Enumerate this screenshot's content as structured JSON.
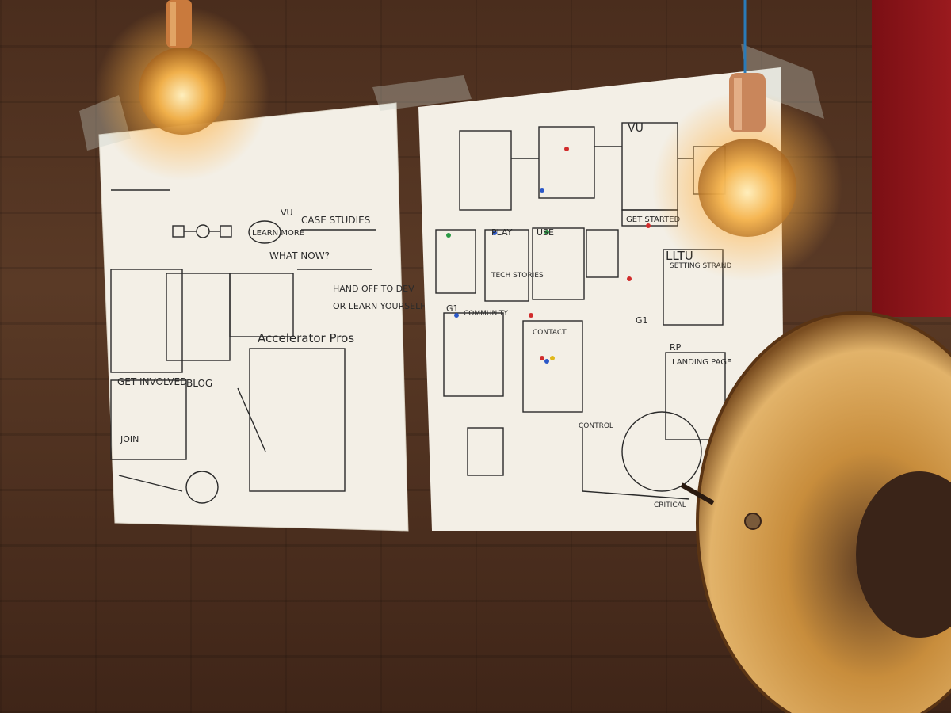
{
  "left_poster": {
    "labels": {
      "wallet": "VU",
      "what_next": "WHAT NOW?",
      "case_studies": "CASE STUDIES",
      "learn_more": "LEARN MORE",
      "accelerator": "Accelerator Pros",
      "blog": "BLOG",
      "get_involved": "GET INVOLVED",
      "join": "JOIN",
      "hand_off": "HAND OFF TO DEV",
      "learn_yourself": "OR LEARN YOURSELF"
    }
  },
  "right_poster": {
    "labels": {
      "vu": "VU",
      "play": "PLAY",
      "use": "USE",
      "llt": "LLTU",
      "get_started": "GET STARTED",
      "landing": "LANDING PAGE",
      "community": "COMMUNITY",
      "contact": "CONTACT",
      "g1": "G1",
      "g1b": "G1",
      "rp": "RP",
      "setting": "SETTING STRAND",
      "tech": "TECH STORIES",
      "control": "CONTROL",
      "critical": "CRITICAL"
    }
  },
  "colors": {
    "paper": "#f3efe6",
    "ink": "#2a2a2a",
    "bulb_glow": "#ffb347",
    "lamp": "#d39a4a"
  }
}
